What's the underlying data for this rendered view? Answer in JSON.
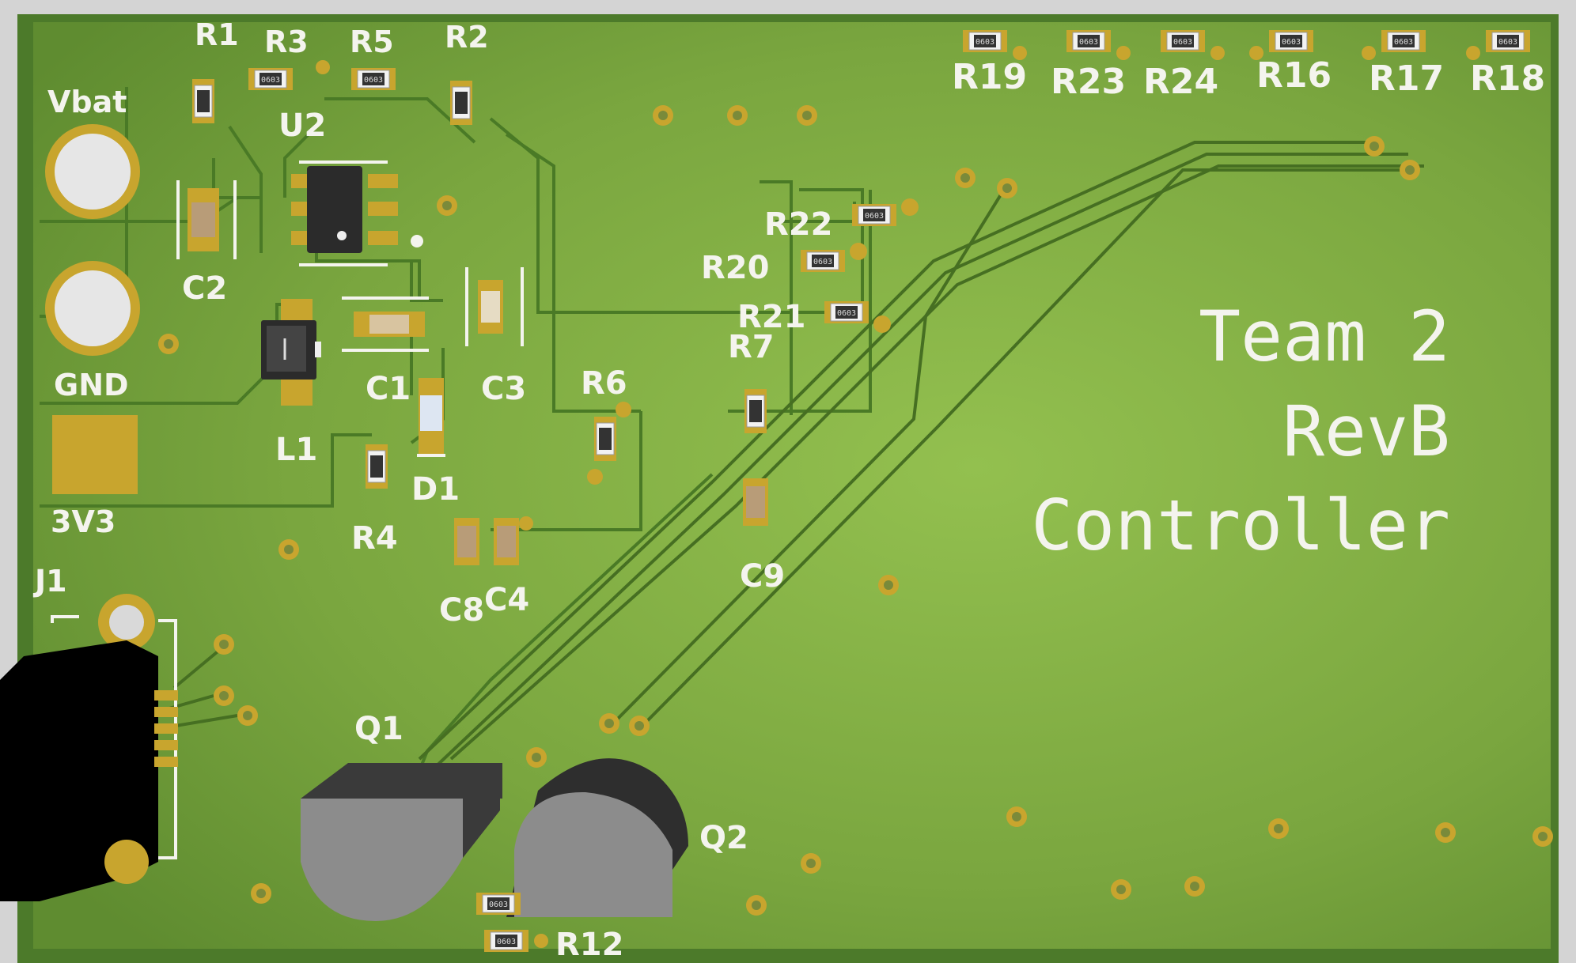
{
  "board": {
    "title_lines": [
      "Team 2",
      "RevB",
      "Controller"
    ],
    "colors": {
      "substrate": "#6f9a3a",
      "substrate_light": "#8fbb4c",
      "edge": "#3f6f23",
      "trace": "#4f7f28",
      "trace_dark": "#3a6a1e",
      "pad": "#c8a52e",
      "silkscreen": "#f4f4ee",
      "component_body": "#2b2b2b",
      "transistor_body": "#8a8a8a"
    }
  },
  "connectors": {
    "vbat": "Vbat",
    "gnd": "GND",
    "v3v3": "3V3",
    "j1": "J1"
  },
  "components": {
    "R1": "R1",
    "R2": "R2",
    "R3": "R3",
    "R4": "R4",
    "R5": "R5",
    "R6": "R6",
    "R7": "R7",
    "R12": "R12",
    "R16": "R16",
    "R17": "R17",
    "R18": "R18",
    "R19": "R19",
    "R20": "R20",
    "R21": "R21",
    "R22": "R22",
    "R23": "R23",
    "R24": "R24",
    "C1": "C1",
    "C2": "C2",
    "C3": "C3",
    "C4": "C4",
    "C8": "C8",
    "C9": "C9",
    "D1": "D1",
    "L1": "L1",
    "U2": "U2",
    "Q1": "Q1",
    "Q2": "Q2"
  },
  "package_label": "0603",
  "icons": [
    "resistor-0603",
    "capacitor-0603",
    "soic-ic",
    "to92-transistor",
    "via",
    "through-hole-pad",
    "usb-connector"
  ]
}
